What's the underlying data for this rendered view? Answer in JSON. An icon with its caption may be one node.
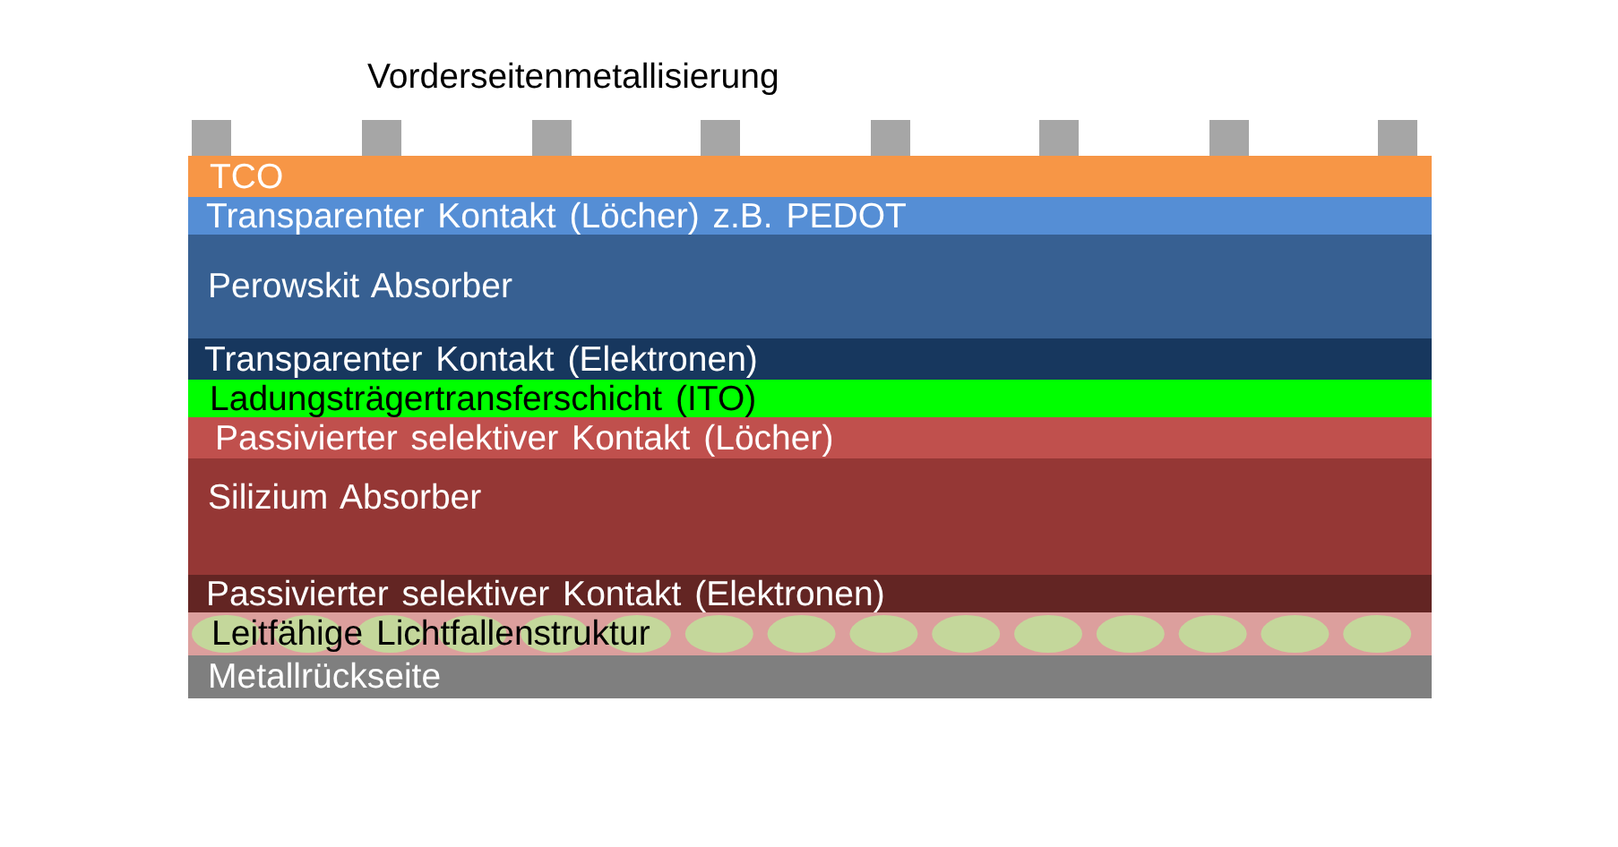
{
  "diagram": {
    "nodes": [
      {
        "text": [
          "TCO"
        ]
      },
      {
        "text": [
          "Transparenter Kontakt (Löcher) z.B. PEDOT"
        ]
      },
      {
        "text": [
          "Perowskit Absorber"
        ]
      },
      {
        "text": [
          "Transparenter Kontakt (Elektronen)"
        ]
      },
      {
        "text": [
          "Ladungsträgertransferschicht (ITO)"
        ]
      },
      {
        "text": [
          "Passivierter selektiver Kontakt (Löcher)"
        ]
      },
      {
        "text": [
          "Silizium Absorber"
        ]
      },
      {
        "text": [
          "Passivierter selektiver Kontakt (Elektronen)"
        ]
      },
      {
        "text": [
          "Leitfähige Lichtfallenstruktur"
        ]
      },
      {
        "text": [
          "Metallrückseite"
        ]
      }
    ],
    "labels": [
      "Vorderseitenmetallisierung"
    ]
  }
}
